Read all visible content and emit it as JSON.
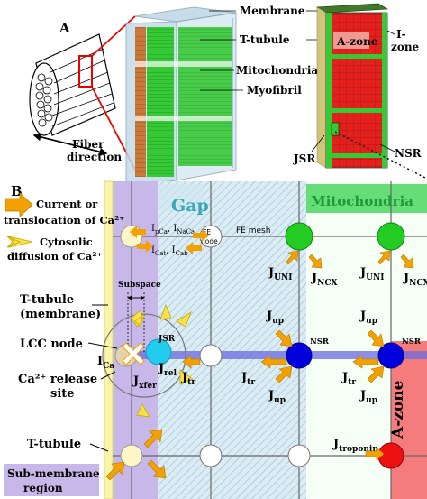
{
  "panel_a": {
    "panel_label": "A",
    "fiber_direction_line1": "Fiber",
    "fiber_direction_line2": "direction",
    "membrane": "Membrane",
    "t_tubule": "T-tubule",
    "mitochondria": "Mitochondria",
    "myofibril": "Myofibril",
    "a_zone": "A-zone",
    "i_zone_line1": "I-",
    "i_zone_line2": "zone",
    "jsr": "JSR",
    "nsr": "NSR"
  },
  "panel_b": {
    "panel_label": "B",
    "legend_current_line1": "Current or",
    "legend_current_line2": "translocation of Ca²⁺",
    "legend_cytosolic_line1": "Cytosolic",
    "legend_cytosolic_line2": "diffusion of Ca²⁺",
    "gap": "Gap",
    "mitochondria": "Mitochondria",
    "fe_node_line1": "FE",
    "fe_node_line2": "node",
    "fe_mesh": "FE mesh",
    "i_pca": "I",
    "i_pca_sub": "pCa",
    "i_naca": "I",
    "i_naca_sub": "NaCa",
    "i_cat": "I",
    "i_cat_sub": "Cat",
    "i_cab": "I",
    "i_cab_sub": "Cab",
    "t_tubule_membrane_line1": "T-tubule",
    "t_tubule_membrane_line2": "(membrane)",
    "subspace": "Subspace",
    "lcc_node": "LCC node",
    "i_ca": "I",
    "i_ca_sub": "Ca",
    "j_xfer": "J",
    "j_xfer_sub": "xfer",
    "j_rel": "J",
    "j_rel_sub": "rel",
    "jsr": "JSR",
    "ca_release_line1": "Ca²⁺ release",
    "ca_release_line2": "site",
    "j_tr": "J",
    "j_tr_sub": "tr",
    "j_uni": "J",
    "j_uni_sub": "UNI",
    "j_ncx": "J",
    "j_ncx_sub": "NCX",
    "j_up": "J",
    "j_up_sub": "up",
    "nsr": "NSR",
    "a_zone": "A-zone",
    "j_troponin": "J",
    "j_troponin_sub": "troponin",
    "t_tubule_bottom": "T-tubule",
    "sub_membrane_line1": "Sub-membrane",
    "sub_membrane_line2": "region"
  },
  "colors": {
    "mitochondria_green": "#22cc22",
    "nsr_blue": "#0000dd",
    "jsr_cyan": "#22ccee",
    "troponin_red": "#ee1111",
    "a_zone_red": "#f47c7c",
    "sub_membrane_purple": "#c8b8ea",
    "t_tubule_yellow": "#fbf5a8",
    "arrow_orange": "#f2a100",
    "mito_band_green": "#66dd77"
  }
}
